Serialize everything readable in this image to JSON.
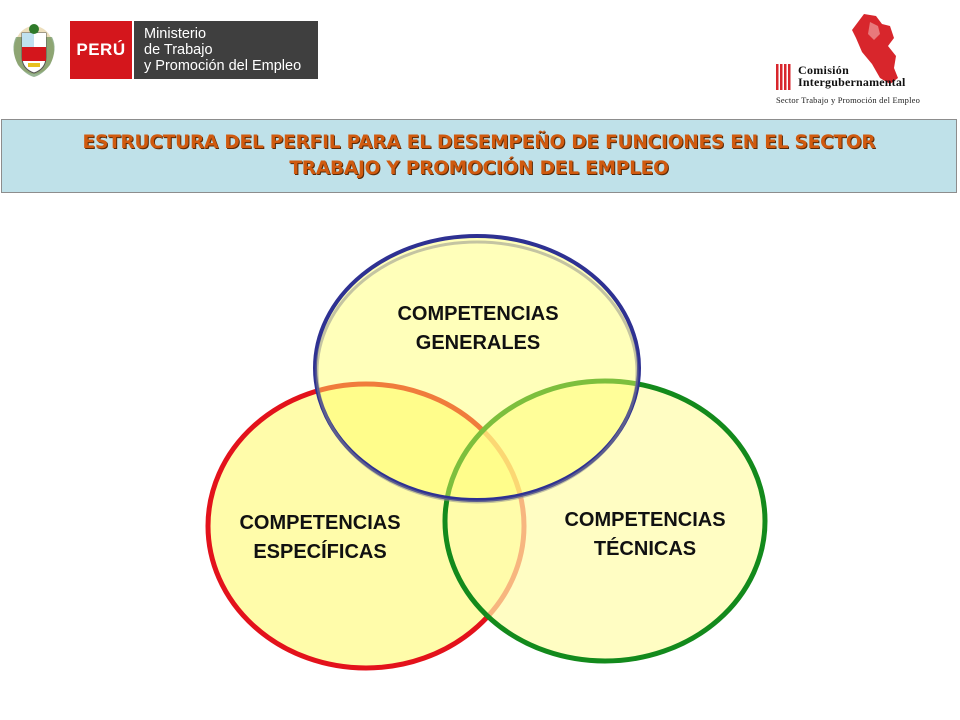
{
  "header": {
    "peru_label": "PERÚ",
    "ministry_lines": [
      "Ministerio",
      "de Trabajo",
      "y Promoción del Empleo"
    ],
    "comision_line1": "Comisión",
    "comision_line2": "Intergubernamental",
    "comision_line3": "Sector Trabajo y Promoción del Empleo"
  },
  "title": {
    "line1": "ESTRUCTURA DEL PERFIL PARA EL DESEMPEÑO DE FUNCIONES EN EL SECTOR",
    "line2": "TRABAJO Y PROMOCIÓN DEL EMPLEO"
  },
  "diagram": {
    "generales": {
      "line1": "COMPETENCIAS",
      "line2": "GENERALES"
    },
    "especificas": {
      "line1": "COMPETENCIAS",
      "line2": "ESPECÍFICAS"
    },
    "tecnicas": {
      "line1": "COMPETENCIAS",
      "line2": "TÉCNICAS"
    }
  },
  "colors": {
    "title_bg": "#bfe1e9",
    "title_text": "#d05a0f",
    "circle_fill": "#fffcaa",
    "circle_top_border": "#2e3192",
    "circle_left_border": "#e3121b",
    "circle_right_border": "#138a1c",
    "peru_red": "#d4161c",
    "ministry_gray": "#3f3f3f"
  }
}
